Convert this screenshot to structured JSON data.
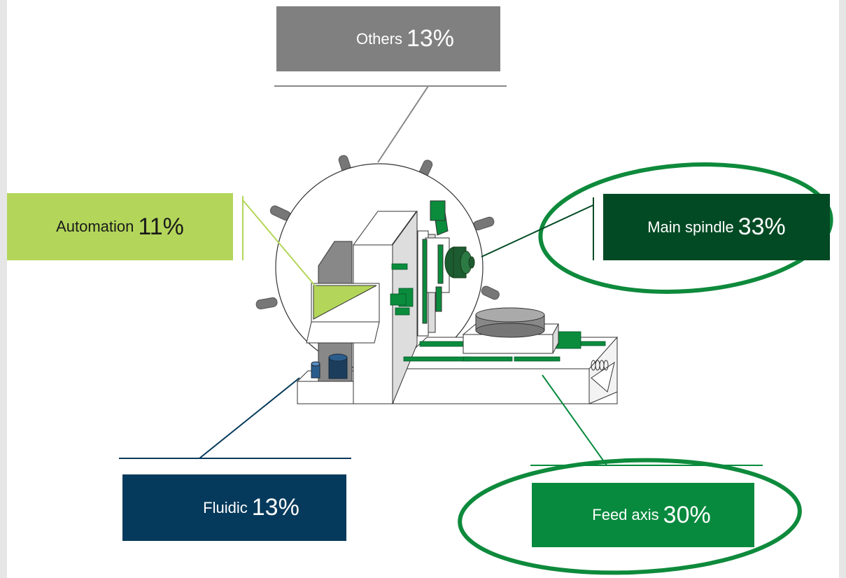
{
  "segments": {
    "others": {
      "name": "Others",
      "pct": "13%"
    },
    "automation": {
      "name": "Automation",
      "pct": "11%"
    },
    "main_spindle": {
      "name": "Main spindle",
      "pct": "33%"
    },
    "fluidic": {
      "name": "Fluidic",
      "pct": "13%"
    },
    "feed_axis": {
      "name": "Feed axis",
      "pct": "30%"
    }
  },
  "colors": {
    "others": "#808080",
    "automation": "#b3d65a",
    "main_spindle": "#024a24",
    "fluidic": "#063a5c",
    "feed_axis": "#078a3e",
    "highlight_ellipse": "#0e8a3c"
  },
  "highlighted": [
    "main_spindle",
    "feed_axis"
  ]
}
